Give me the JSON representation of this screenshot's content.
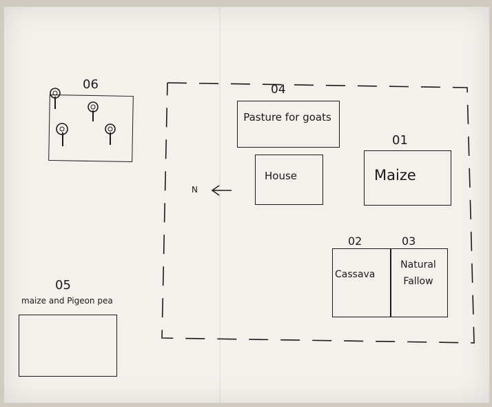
{
  "diagram": {
    "compass": {
      "letter": "N"
    },
    "plots": [
      {
        "id": "06",
        "label": "",
        "icon": "tree-icon"
      },
      {
        "id": "04",
        "label": "Pasture for goats"
      },
      {
        "id": "",
        "label": "House"
      },
      {
        "id": "01",
        "label": "Maize"
      },
      {
        "id": "02",
        "label": "Cassava"
      },
      {
        "id": "03",
        "label": "Natural Fallow"
      },
      {
        "id": "05",
        "label": "maize and Pigeon pea"
      }
    ]
  }
}
